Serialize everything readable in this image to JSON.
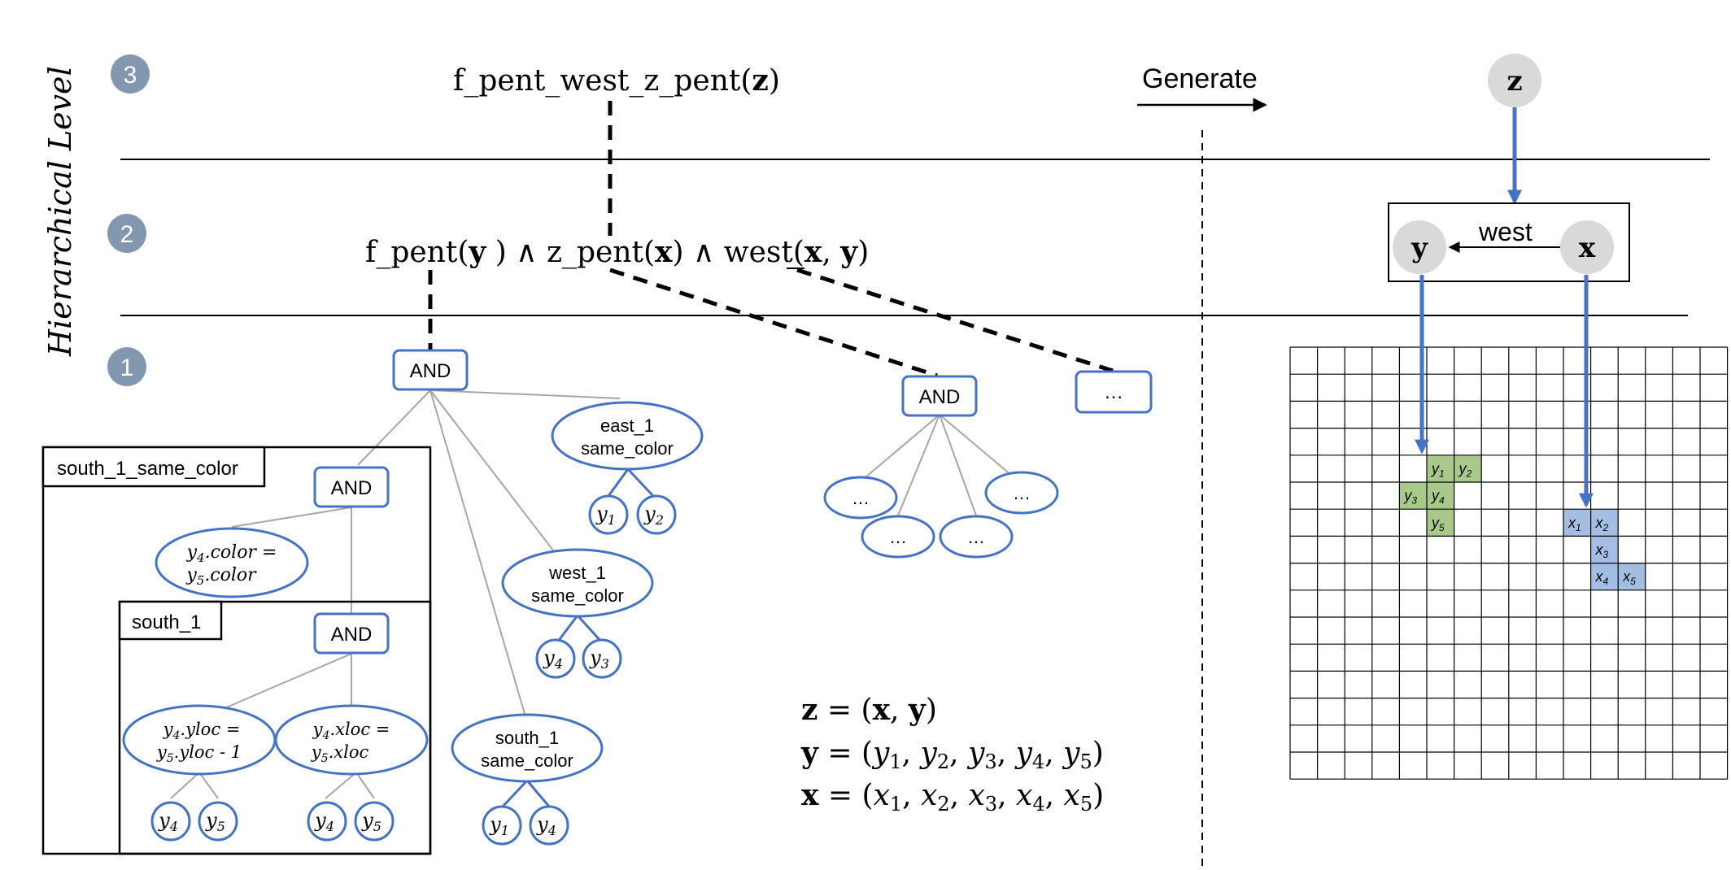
{
  "axis": {
    "label": "Hierarchical Level",
    "levels": [
      "3",
      "2",
      "1"
    ]
  },
  "formulas": {
    "level3": {
      "prefix": "f_pent_west_z_pent(",
      "var": "z",
      "suffix": ")"
    },
    "level2": {
      "p1": "f_pent(",
      "y1": "y",
      "p2": " ) ∧ z_pent(",
      "x1": "x",
      "p3": ") ∧ west(",
      "x2": "x",
      "p4": ", ",
      "y2": "y",
      "p5": ")"
    }
  },
  "generate": {
    "label": "Generate"
  },
  "nodes": {
    "and_label": "AND",
    "ellipsis": "…",
    "east_1": [
      "east_1",
      "same_color"
    ],
    "west_1": [
      "west_1",
      "same_color"
    ],
    "south_1_sc": [
      "south_1",
      "same_color"
    ],
    "cond_color": [
      "y",
      "4",
      ".color =",
      "y",
      "5",
      ".color"
    ],
    "cond_yloc": [
      "y",
      "4",
      ".yloc =",
      "y",
      "5",
      ".yloc - 1"
    ],
    "cond_xloc": [
      "y",
      "4",
      ".xloc =",
      "y",
      "5",
      ".xloc"
    ]
  },
  "boxes": {
    "outer_label": "south_1_same_color",
    "inner_label": "south_1"
  },
  "leaves": {
    "y": "y",
    "east_1": [
      "1",
      "2"
    ],
    "west_1": [
      "4",
      "3"
    ],
    "south_1_sc": [
      "1",
      "4"
    ],
    "south_1_yloc": [
      "4",
      "5"
    ],
    "south_1_xloc": [
      "4",
      "5"
    ]
  },
  "definitions": {
    "z_line": {
      "lhs": "z",
      "eq": " = (",
      "a": "x",
      "sep": ", ",
      "b": "y",
      "end": ")"
    },
    "y_line": {
      "lhs": "y",
      "eq": " = (",
      "var": "y",
      "subs": [
        "1",
        "2",
        "3",
        "4",
        "5"
      ],
      "end": ")"
    },
    "x_line": {
      "lhs": "x",
      "eq": " = (",
      "var": "x",
      "subs": [
        "1",
        "2",
        "3",
        "4",
        "5"
      ],
      "end": ")"
    }
  },
  "right_panel": {
    "z": "z",
    "y": "y",
    "x": "x",
    "relation": "west"
  },
  "grid": {
    "rows": 16,
    "cols": 16,
    "green": "#a9c98a",
    "blue": "#a3bde3",
    "green_cells": [
      {
        "r": 4,
        "c": 5,
        "v": "y",
        "s": "1"
      },
      {
        "r": 4,
        "c": 6,
        "v": "y",
        "s": "2"
      },
      {
        "r": 5,
        "c": 4,
        "v": "y",
        "s": "3"
      },
      {
        "r": 5,
        "c": 5,
        "v": "y",
        "s": "4"
      },
      {
        "r": 6,
        "c": 5,
        "v": "y",
        "s": "5"
      }
    ],
    "blue_cells": [
      {
        "r": 6,
        "c": 10,
        "v": "x",
        "s": "1"
      },
      {
        "r": 6,
        "c": 11,
        "v": "x",
        "s": "2"
      },
      {
        "r": 7,
        "c": 11,
        "v": "x",
        "s": "3"
      },
      {
        "r": 8,
        "c": 11,
        "v": "x",
        "s": "4"
      },
      {
        "r": 8,
        "c": 12,
        "v": "x",
        "s": "5"
      }
    ]
  },
  "colors": {
    "node_stroke": "#4472c4",
    "arrow": "#4472c4",
    "level_badge": "#8497b0",
    "variable_node": "#d9d9d9",
    "edge": "#a6a6a6"
  }
}
